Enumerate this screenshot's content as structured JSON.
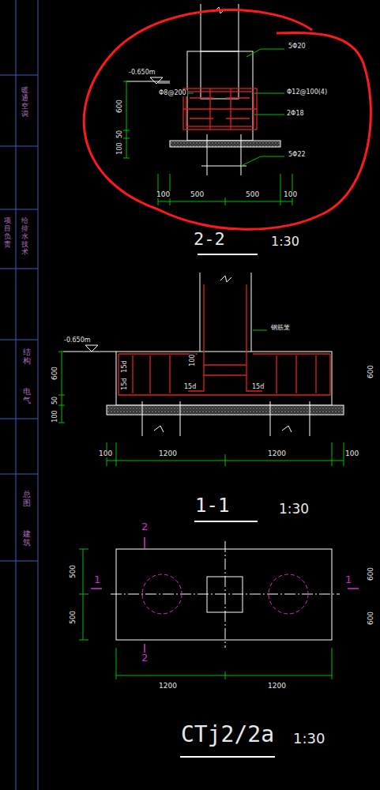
{
  "diagram": {
    "labels": [
      "暖通空调",
      "项目负责",
      "给排水技术",
      "结构",
      "电气",
      "总图",
      "建筑",
      "-0.650m",
      "600",
      "50",
      "100",
      "5Φ20",
      "Φ8@200",
      "Φ12@100(4)",
      "2Φ18",
      "5Φ22",
      "100",
      "500",
      "500",
      "100",
      "2-2",
      "1:30",
      "-0.650m",
      "600",
      "50",
      "100",
      "100",
      "15d",
      "15d",
      "15d",
      "15d",
      "钢筋笼",
      "100",
      "1200",
      "1200",
      "100",
      "1-1",
      "1:30",
      "600",
      "2",
      "500",
      "500",
      "1",
      "1",
      "2",
      "1200",
      "1200",
      "CTj2/2a",
      "1:30",
      "600",
      "600"
    ]
  }
}
